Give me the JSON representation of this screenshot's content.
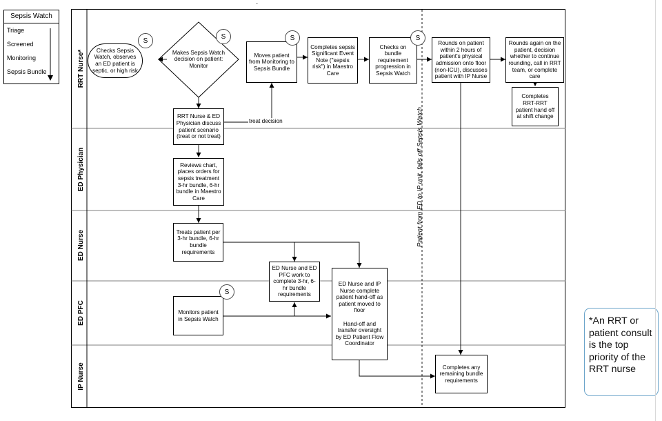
{
  "legend": {
    "title": "Sepsis Watch",
    "items": [
      "Triage",
      "Screened",
      "Monitoring",
      "Sepsis Bundle"
    ]
  },
  "top_mark": "-",
  "lanes": [
    "RRT Nurse*",
    "ED Physician",
    "ED Nurse",
    "ED PFC",
    "IP Nurse"
  ],
  "icon_letter": "S",
  "nodes": {
    "checks_watch": "Checks Sepsis Watch, observes an ED patient is septic, or high risk",
    "decision": "Makes Sepsis Watch decision on patient: Monitor",
    "moves_patient": "Moves patient from Monitoring to Sepsis Bundle",
    "completes_note": "Completes sepsis Significant Event Note (\"sepsis risk\") in Maestro Care",
    "checks_bundle": "Checks on bundle requirement progression in Sepsis Watch",
    "rounds_2h": "Rounds on patient within 2 hours of patient's physical admission onto floor (non-ICU), discusses patient with IP Nurse",
    "rounds_again": "Rounds again on the patient, decision whether to continue rounding, call in RRT team, or complete care",
    "handoff_shift": "Completes RRT-RRT patient hand off at shift change",
    "discuss": "RRT Nurse & ED Physician discuss patient scenario (treat or not treat)",
    "reviews_chart": "Reviews chart, places orders for sepsis treatment 3-hr bundle, 6-hr bundle in Maestro Care",
    "treats": "Treats patient per 3-hr bundle, 6-hr bundle requirements",
    "ed_pfc_work": "ED Nurse and ED PFC work to complete 3-hr, 6-hr bundle requirements",
    "handoff_ip": "ED Nurse and IP Nurse complete patient hand-off as patient moved to floor\n\nHand-off and transfer oversight by ED Patient Flow Coordinator",
    "monitors": "Monitors patient in Sepsis Watch",
    "completes_remaining": "Completes any remaining bundle requirements"
  },
  "edge_labels": {
    "treat_decision": "treat decision"
  },
  "divider_label": "Patient from ED to IP unit, falls off Sepsis Watch",
  "note": "*An RRT or patient consult is the top priority of the RRT nurse",
  "colors": {
    "note_border": "#6aa3c9",
    "line": "#000000"
  }
}
